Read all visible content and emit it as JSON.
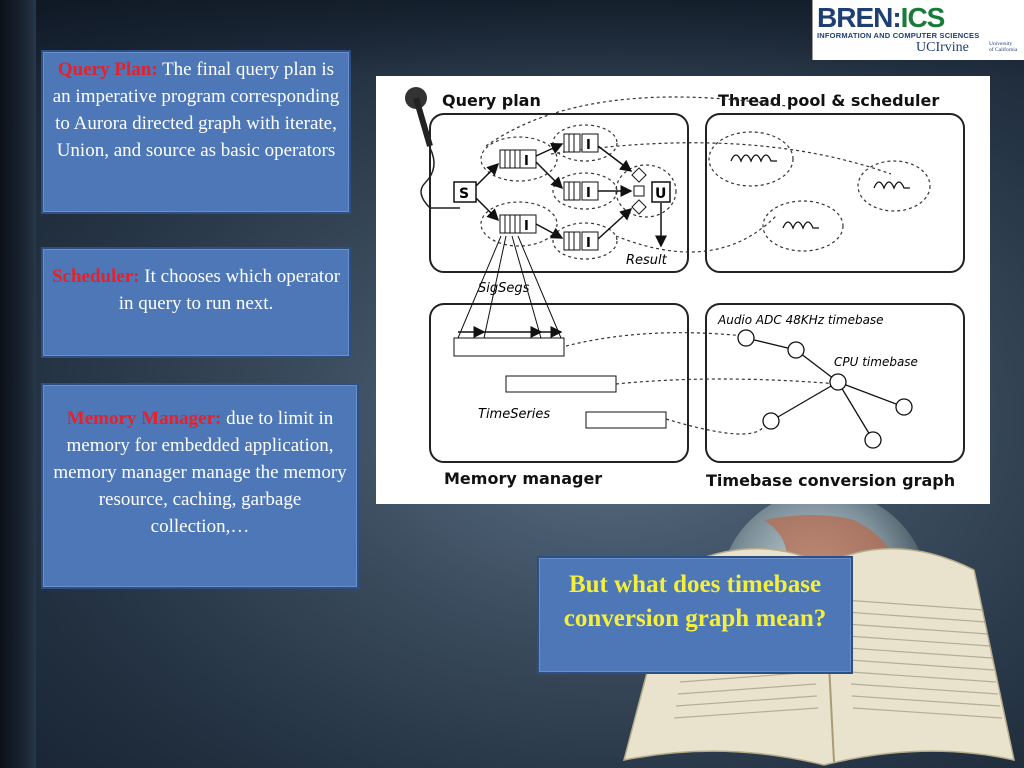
{
  "logo": {
    "main_left": "BREN:",
    "main_right": "ICS",
    "subtitle": "INFORMATION AND COMPUTER SCIENCES",
    "uci": "UCIrvine",
    "university_line1": "University",
    "university_line2": "of California"
  },
  "query_plan_box": {
    "key": "Query Plan:",
    "text": " The final query plan is an imperative program corresponding to Aurora directed graph with iterate, Union, and source as basic operators"
  },
  "scheduler_box": {
    "key": "Scheduler:",
    "text": " It chooses which operator in query to run next."
  },
  "memory_box": {
    "key": "Memory Manager:",
    "text": " due to limit in memory for embedded application, memory manager manage the memory resource, caching, garbage collection,…"
  },
  "question_box": {
    "text": "But what does timebase conversion graph mean?"
  },
  "diagram": {
    "query_plan_title": "Query plan",
    "thread_pool_title": "Thread pool & scheduler",
    "memory_manager_title": "Memory manager",
    "timebase_graph_title": "Timebase conversion graph",
    "source_label": "S",
    "iterate_label": "I",
    "union_label": "U",
    "result_label": "Result",
    "sigsegs_label": "SigSegs",
    "timeseries_label": "TimeSeries",
    "audio_timebase_label": "Audio ADC 48KHz timebase",
    "cpu_timebase_label": "CPU timebase"
  },
  "colors": {
    "text_box_fill": "#4d77b6",
    "key_red": "#e8202a",
    "question_yellow": "#f6ef3a"
  }
}
